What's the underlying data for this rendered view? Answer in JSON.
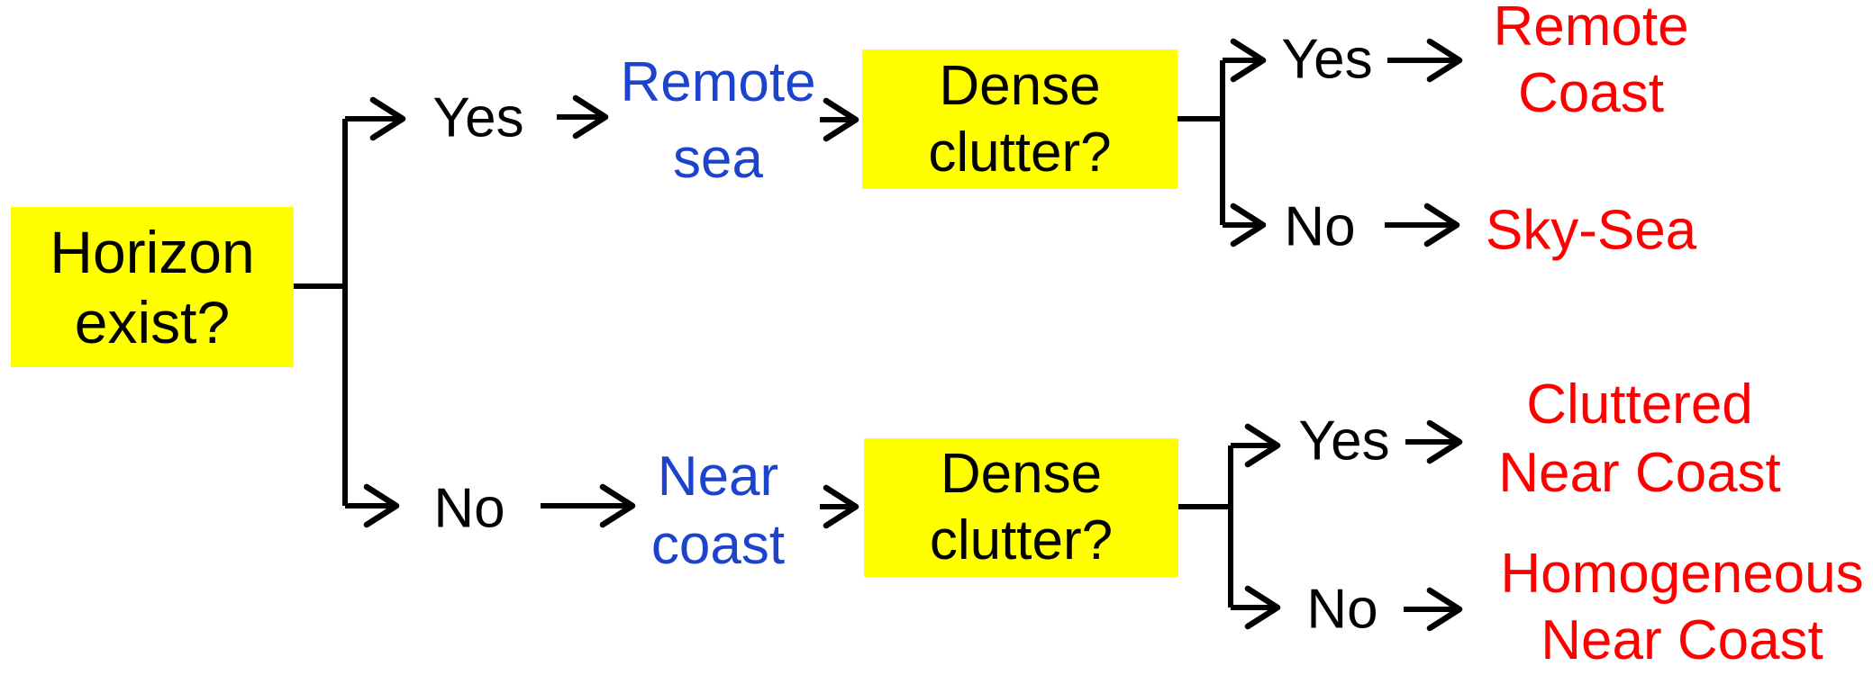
{
  "colors": {
    "node_fill": "#ffff00",
    "decision_text": "#000000",
    "category_text": "#1c43cb",
    "result_text": "#ff0000",
    "connector": "#000000"
  },
  "tree": {
    "root": {
      "line1": "Horizon",
      "line2": "exist?"
    },
    "yes_branch": {
      "label": "Yes",
      "category": {
        "line1": "Remote",
        "line2": "sea"
      },
      "question": {
        "line1": "Dense",
        "line2": "clutter?"
      },
      "yes": {
        "label": "Yes",
        "result": {
          "line1": "Remote",
          "line2": "Coast"
        }
      },
      "no": {
        "label": "No",
        "result": {
          "line1": "Sky-Sea"
        }
      }
    },
    "no_branch": {
      "label": "No",
      "category": {
        "line1": "Near",
        "line2": "coast"
      },
      "question": {
        "line1": "Dense",
        "line2": "clutter?"
      },
      "yes": {
        "label": "Yes",
        "result": {
          "line1": "Cluttered",
          "line2": "Near Coast"
        }
      },
      "no": {
        "label": "No",
        "result": {
          "line1": "Homogeneous",
          "line2": "Near Coast"
        }
      }
    }
  }
}
